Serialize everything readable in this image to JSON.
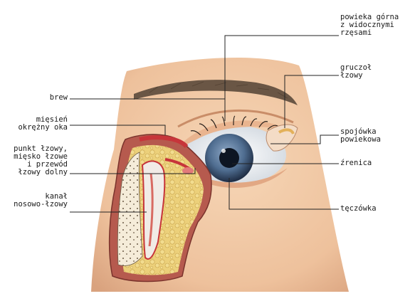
{
  "labels": {
    "brew": "brew",
    "miesien_line1": "mięsień",
    "miesien_line2": "okrężny oka",
    "punkt_line1": "punkt łzowy,",
    "punkt_line2": "mięsko łzowe",
    "punkt_line3": "i przewód",
    "punkt_line4": "łzowy dolny",
    "kanal_line1": "kanał",
    "kanal_line2": "nosowo-łzowy",
    "powieka_line1": "powieka górna",
    "powieka_line2": "z widocznymi",
    "powieka_line3": "rzęsami",
    "gruczol_line1": "gruczoł",
    "gruczol_line2": "łzowy",
    "spojowka_line1": "spojówka",
    "spojowka_line2": "powiekowa",
    "zrenica": "źrenica",
    "teczowka": "tęczówka"
  },
  "colors": {
    "skin": "#f1c9a4",
    "skin_shadow": "#d9a07c",
    "eyebrow": "#5b4a3b",
    "iris": "#4d6a8c",
    "pupil": "#0d1522",
    "fat": "#e8c76a",
    "tissue_red": "#c7353a",
    "bone": "#f3ead7",
    "leader_line": "#222222"
  }
}
